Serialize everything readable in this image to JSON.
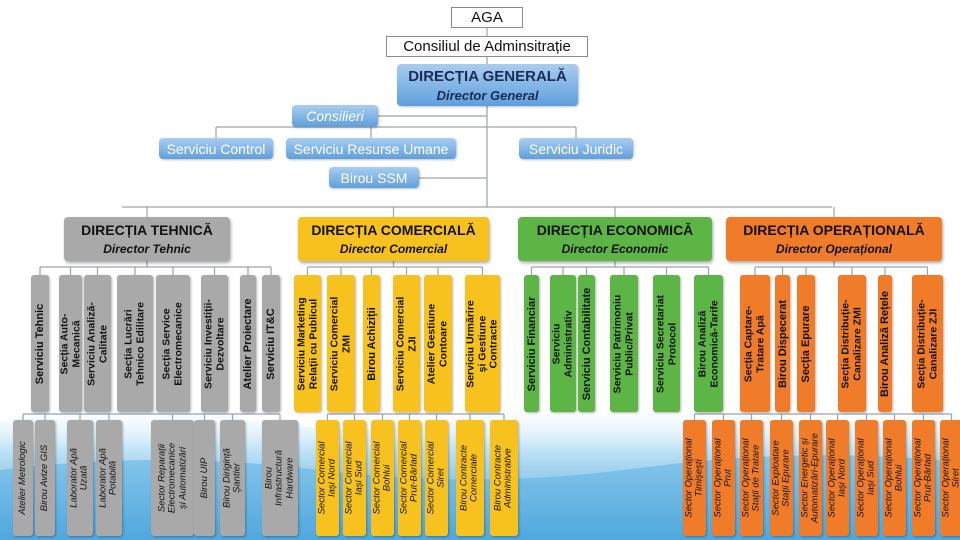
{
  "top": {
    "aga": "AGA",
    "council": "Consiliul de Adminsitrație",
    "general_title": "DIRECȚIA GENERALĂ",
    "general_subtitle": "Director General",
    "advisors": "Consilieri",
    "control": "Serviciu Control",
    "hr": "Serviciu Resurse Umane",
    "legal": "Serviciu Juridic",
    "ssm": "Birou SSM"
  },
  "directorates": [
    {
      "title": "DIRECȚIA TEHNICĂ",
      "subtitle": "Director Tehnic",
      "color": "#a9a9a9",
      "level1": [
        "Serviciu Tehnic",
        "Secția Auto-\nMecanică",
        "Serviciu Analiză-\nCalitate",
        "Secția Lucrări\nTehnico Edilitare",
        "Secția Service\nElectromecanice",
        "Serviciu Investiții-\nDezvoltare",
        "Atelier Proiectare",
        "Serviciu IT&C"
      ],
      "level2": [
        "Atelier Metrologic",
        "Birou Avize GIS",
        "Laborator Apă\nUzată",
        "Laborator Apă\nPotabilă",
        "Sector Reparații\nElectromecanice\nși Automatizări",
        "Birou UIP",
        "Birou Dirigință\nȘantier",
        "Birou\nInfrastructură\nHardware"
      ]
    },
    {
      "title": "DIRECȚIA COMERCIALĂ",
      "subtitle": "Director Comercial",
      "color": "#f7c21e",
      "level1": [
        "Serviciu Marketing\nRelații cu Publicul",
        "Serviciu Comercial\nZMI",
        "Birou Achiziții",
        "Serviciu Comercial\nZJI",
        "Atelier Gestiune\nContoare",
        "Serviciu Urmărire\nși Gestiune\nContracte"
      ],
      "level2": [
        "Sector Comercial\nIași Nord",
        "Sector Comercial\nIași Sud",
        "Sector Comercial\nBohlui",
        "Sector Comercial\nPrut-Bârlad",
        "Sector Comercial\nSiret",
        "Birou Contracte\nComerciale",
        "Birou Contracte\nAdministrative"
      ]
    },
    {
      "title": "DIRECȚIA ECONOMICĂ",
      "subtitle": "Director Economic",
      "color": "#5cb545",
      "level1": [
        "Serviciu Financiar",
        "Serviciu\nAdministrativ",
        "Serviciu Contabilitate",
        "Serviciu Patrimoniu\nPublic/Privat",
        "Serviciu Secretariat\nProtocol",
        "Birou Analiză\nEconomică-Tarife"
      ],
      "level2": []
    },
    {
      "title": "DIRECȚIA OPERAȚIONALĂ",
      "subtitle": "Director Operațional",
      "color": "#f07c2a",
      "level1": [
        "Secția Captare-\nTratare Apă",
        "Birou Dispecerat",
        "Secția Epurare",
        "Secția Distribuție-\nCanalizare ZMI",
        "Birou Analiză Rețele",
        "Secția Distribuție-\nCanalizare ZJI"
      ],
      "level2": [
        "Sector Operațional\nTimișești",
        "Sector Operațional\nPrut",
        "Sector Operațional\nStații de Tratare",
        "Sector Exploatare\nStații Epurare",
        "Sector Energetic și\nAutomatizări-Epurare",
        "Sector Operațional\nIași Nord",
        "Sector Operațional\nIași Sud",
        "Sector Operațional\nBohlui",
        "Sector Operațional\nPrut-Bârlad",
        "Sector Operațional\nSiret"
      ]
    }
  ]
}
